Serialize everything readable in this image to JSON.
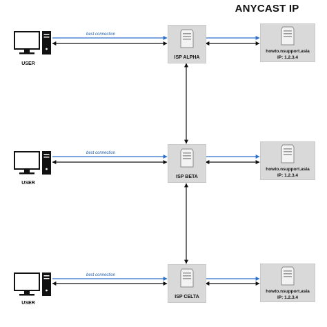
{
  "title": "ANYCAST IP",
  "rows": [
    {
      "user_label": "USER",
      "connection_label": "best connection",
      "isp_label": "ISP ALPHA",
      "server_host": "howto.nsupport.asia",
      "server_ip": "IP: 1.2.3.4"
    },
    {
      "user_label": "USER",
      "connection_label": "best connection",
      "isp_label": "ISP BETA",
      "server_host": "howto.nsupport.asia",
      "server_ip": "IP: 1.2.3.4"
    },
    {
      "user_label": "USER",
      "connection_label": "best connection",
      "isp_label": "ISP CELTA",
      "server_host": "howto.nsupport.asia",
      "server_ip": "IP: 1.2.3.4"
    }
  ],
  "icons": {
    "user": "desktop-computer-icon",
    "isp": "server-tower-icon",
    "server": "server-tower-icon"
  },
  "colors": {
    "best_connection": "#2b6fc9",
    "link": "#111111",
    "box_fill": "#d9d9d9"
  }
}
